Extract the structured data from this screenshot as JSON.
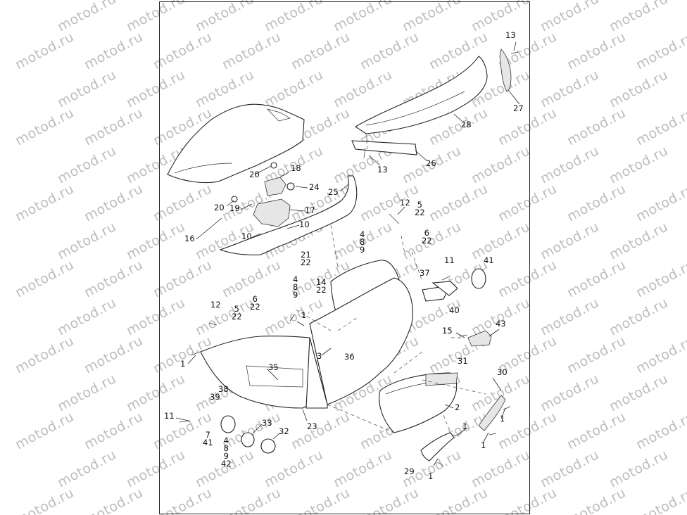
{
  "watermark": {
    "text": "motod.ru"
  },
  "callouts": [
    {
      "id": "c13a",
      "text": "13"
    },
    {
      "id": "c27",
      "text": "27"
    },
    {
      "id": "c28",
      "text": "28"
    },
    {
      "id": "c13b",
      "text": "13"
    },
    {
      "id": "c26",
      "text": "26"
    },
    {
      "id": "c18",
      "text": "18"
    },
    {
      "id": "c20a",
      "text": "20"
    },
    {
      "id": "c24",
      "text": "24"
    },
    {
      "id": "c25",
      "text": "25"
    },
    {
      "id": "c20b",
      "text": "20"
    },
    {
      "id": "c19",
      "text": "19"
    },
    {
      "id": "c17",
      "text": "17"
    },
    {
      "id": "c10a",
      "text": "10"
    },
    {
      "id": "c10b",
      "text": "10"
    },
    {
      "id": "c16",
      "text": "16"
    },
    {
      "id": "c12a",
      "text": "12"
    },
    {
      "id": "c5_22a",
      "text": "5\n22"
    },
    {
      "id": "c6_22a",
      "text": "6\n22"
    },
    {
      "id": "c4_8_9a",
      "text": "4\n8\n9"
    },
    {
      "id": "c21_22",
      "text": "21\n22"
    },
    {
      "id": "c11a",
      "text": "11"
    },
    {
      "id": "c41a",
      "text": "41"
    },
    {
      "id": "c37",
      "text": "37"
    },
    {
      "id": "c40",
      "text": "40"
    },
    {
      "id": "c4_8_9b",
      "text": "4\n8\n9"
    },
    {
      "id": "c14_22",
      "text": "14\n22"
    },
    {
      "id": "c6_22b",
      "text": "6\n22"
    },
    {
      "id": "c12b",
      "text": "12"
    },
    {
      "id": "c5_22b",
      "text": "5\n22"
    },
    {
      "id": "c1a",
      "text": "1"
    },
    {
      "id": "c15",
      "text": "15"
    },
    {
      "id": "c43",
      "text": "43"
    },
    {
      "id": "c1b",
      "text": "1"
    },
    {
      "id": "c3",
      "text": "3"
    },
    {
      "id": "c36",
      "text": "36"
    },
    {
      "id": "c35",
      "text": "35"
    },
    {
      "id": "c31",
      "text": "31"
    },
    {
      "id": "c30",
      "text": "30"
    },
    {
      "id": "c38",
      "text": "38"
    },
    {
      "id": "c39",
      "text": "39"
    },
    {
      "id": "c2",
      "text": "2"
    },
    {
      "id": "c1c",
      "text": "1"
    },
    {
      "id": "c11b",
      "text": "11"
    },
    {
      "id": "c23",
      "text": "23"
    },
    {
      "id": "c33",
      "text": "33"
    },
    {
      "id": "c32",
      "text": "32"
    },
    {
      "id": "c7_41",
      "text": "7\n41"
    },
    {
      "id": "c1d",
      "text": "1"
    },
    {
      "id": "c1e",
      "text": "1"
    },
    {
      "id": "c4_8_9_42",
      "text": "4\n8\n9\n42"
    },
    {
      "id": "c29",
      "text": "29"
    },
    {
      "id": "c1f",
      "text": "1"
    }
  ]
}
